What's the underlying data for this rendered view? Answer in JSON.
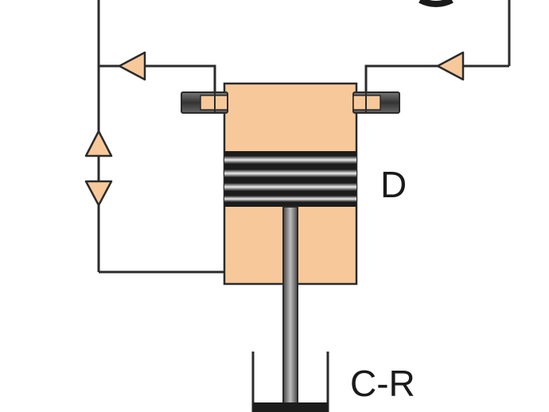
{
  "diagram": {
    "labels": {
      "cylinder": "D",
      "damper": "C-R"
    },
    "colors": {
      "fill": "#F7C99A",
      "line": "#2b2b2b",
      "ring_dark": "#1c1c1c",
      "ring_light": "#e6e6e6",
      "cap": "#555555"
    },
    "arrows": [
      "left",
      "left",
      "up",
      "down"
    ]
  }
}
